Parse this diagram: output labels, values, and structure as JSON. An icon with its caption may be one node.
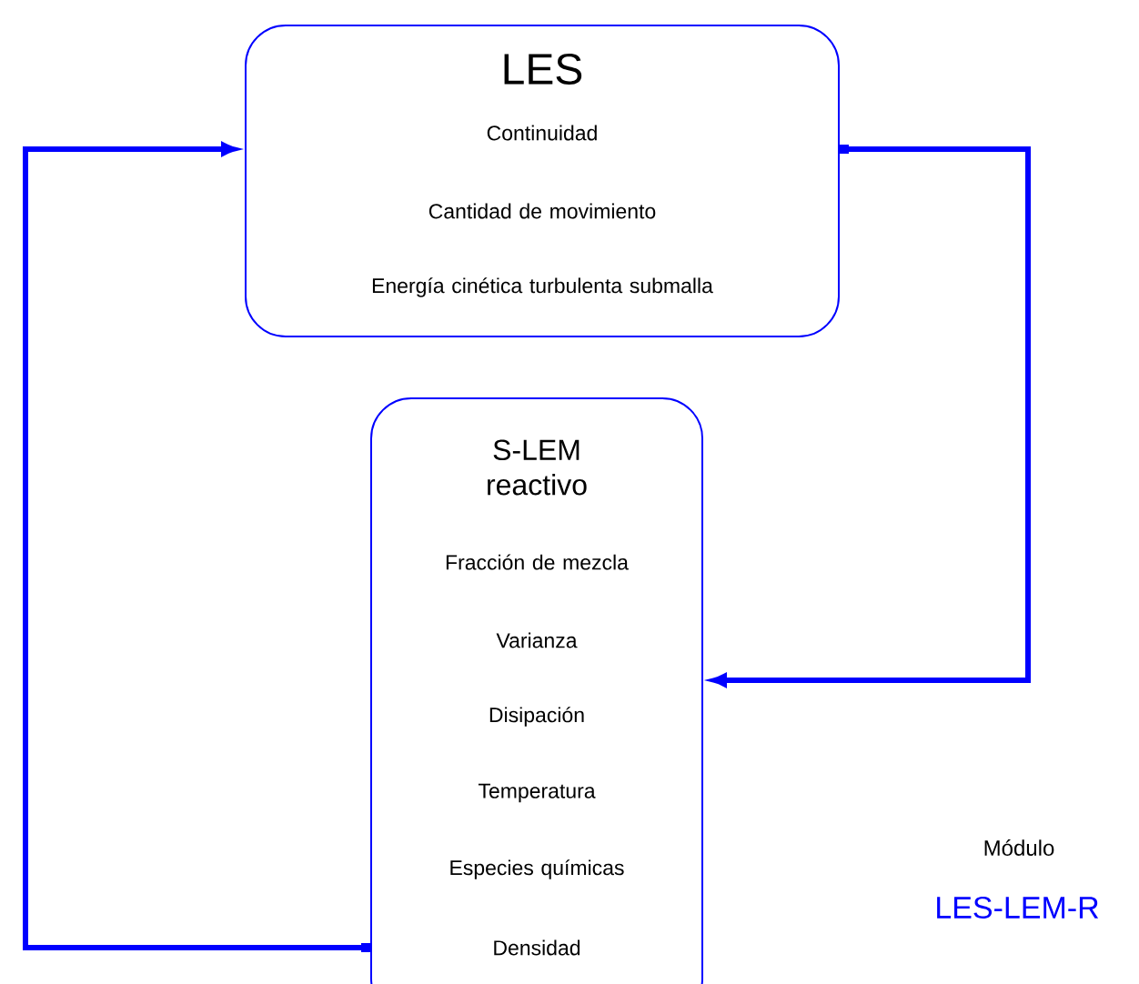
{
  "diagram": {
    "nodes": [
      {
        "text": [
          "LES",
          "Continuidad",
          "Cantidad de movimiento",
          "Energía cinética turbulenta submalla"
        ]
      },
      {
        "text": [
          "S-LEM reactivo",
          "Fracción de mezcla",
          "Varianza",
          "Disipación",
          "Temperatura",
          "Especies químicas",
          "Densidad"
        ]
      }
    ],
    "edges": [
      {
        "from": 0,
        "to": 1,
        "arrow": "to"
      },
      {
        "from": 1,
        "to": 0,
        "arrow": "to"
      }
    ],
    "labels": [
      "Módulo",
      "LES-LEM-R"
    ]
  }
}
